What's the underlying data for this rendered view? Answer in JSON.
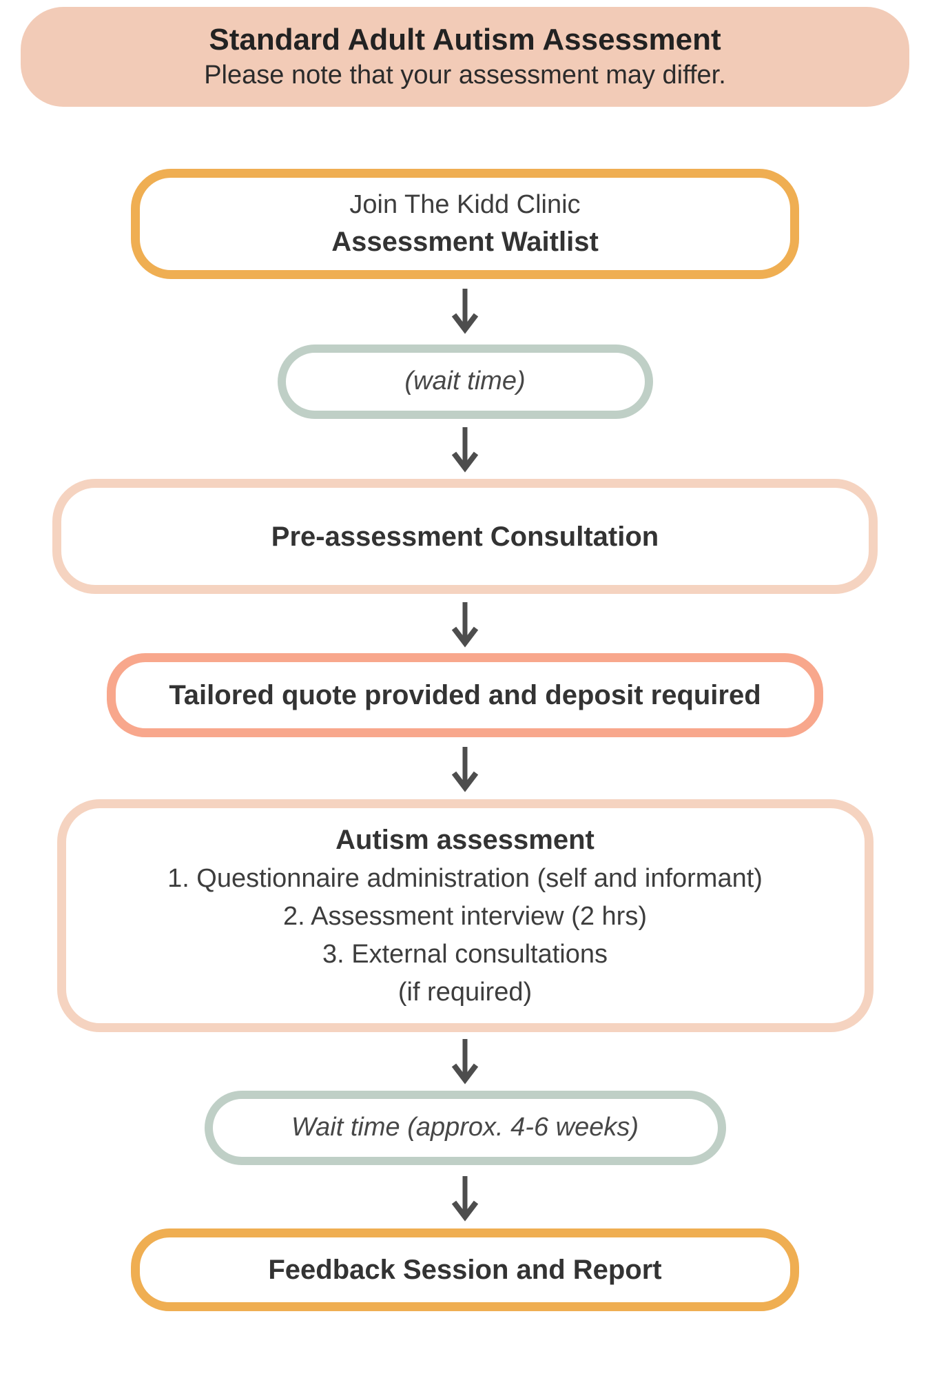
{
  "header": {
    "title": "Standard Adult Autism Assessment",
    "subtitle": "Please note that your assessment may differ."
  },
  "flow": {
    "step1": {
      "line1": "Join The Kidd Clinic",
      "line2": "Assessment Waitlist"
    },
    "step2": {
      "label": "(wait time)"
    },
    "step3": {
      "label": "Pre-assessment Consultation"
    },
    "step4": {
      "label": "Tailored quote provided and deposit required"
    },
    "step5": {
      "title": "Autism assessment",
      "items": [
        "1. Questionnaire administration (self and informant)",
        "2. Assessment interview (2 hrs)",
        "3. External consultations",
        "(if required)"
      ]
    },
    "step6": {
      "label": "Wait time (approx. 4-6 weeks)"
    },
    "step7": {
      "label": "Feedback Session and Report"
    }
  },
  "palette": {
    "banner_bg": "#F2CBB7",
    "gold_border": "#EFAE52",
    "sage_border": "#BFCFC6",
    "peach_border": "#F5D3C0",
    "coral_border": "#F8A78C",
    "arrow_gray": "#4D4D4D",
    "text_dark": "#333333"
  }
}
